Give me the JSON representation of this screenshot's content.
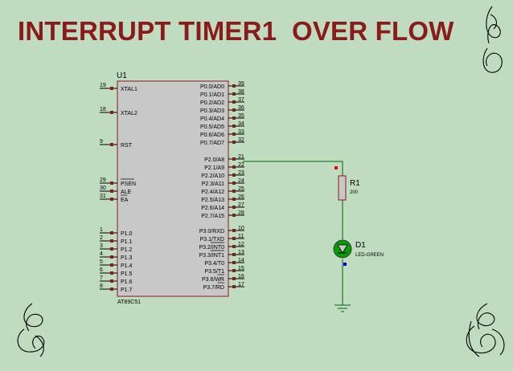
{
  "title": "INTERRUPT TIMER1  OVER FLOW",
  "mcu": {
    "ref": "U1",
    "part": "AT89C51",
    "left_pins": [
      {
        "num": "19",
        "name": "XTAL1",
        "bar": false
      },
      {
        "num": "18",
        "name": "XTAL2",
        "bar": false
      },
      {
        "num": "9",
        "name": "RST",
        "bar": false
      },
      {
        "num": "29",
        "name": "PSEN",
        "bar": true
      },
      {
        "num": "30",
        "name": "ALE",
        "bar": false
      },
      {
        "num": "31",
        "name": "EA",
        "bar": true
      },
      {
        "num": "1",
        "name": "P1.0",
        "bar": false
      },
      {
        "num": "2",
        "name": "P1.1",
        "bar": false
      },
      {
        "num": "3",
        "name": "P1.2",
        "bar": false
      },
      {
        "num": "4",
        "name": "P1.3",
        "bar": false
      },
      {
        "num": "5",
        "name": "P1.4",
        "bar": false
      },
      {
        "num": "6",
        "name": "P1.5",
        "bar": false
      },
      {
        "num": "7",
        "name": "P1.6",
        "bar": false
      },
      {
        "num": "8",
        "name": "P1.7",
        "bar": false
      }
    ],
    "right_pins": [
      {
        "num": "39",
        "name": "P0.0/AD0",
        "bar": false
      },
      {
        "num": "38",
        "name": "P0.1/AD1",
        "bar": false
      },
      {
        "num": "37",
        "name": "P0.2/AD2",
        "bar": false
      },
      {
        "num": "36",
        "name": "P0.3/AD3",
        "bar": false
      },
      {
        "num": "35",
        "name": "P0.4/AD4",
        "bar": false
      },
      {
        "num": "34",
        "name": "P0.5/AD5",
        "bar": false
      },
      {
        "num": "33",
        "name": "P0.6/AD6",
        "bar": false
      },
      {
        "num": "32",
        "name": "P0.7/AD7",
        "bar": false
      },
      {
        "num": "21",
        "name": "P2.0/A8",
        "bar": false
      },
      {
        "num": "22",
        "name": "P2.1/A9",
        "bar": false
      },
      {
        "num": "23",
        "name": "P2.2/A10",
        "bar": false
      },
      {
        "num": "24",
        "name": "P2.3/A11",
        "bar": false
      },
      {
        "num": "25",
        "name": "P2.4/A12",
        "bar": false
      },
      {
        "num": "26",
        "name": "P2.5/A13",
        "bar": false
      },
      {
        "num": "27",
        "name": "P2.6/A14",
        "bar": false
      },
      {
        "num": "28",
        "name": "P2.7/A15",
        "bar": false
      },
      {
        "num": "10",
        "name": "P3.0/RXD",
        "bar": false
      },
      {
        "num": "11",
        "name": "P3.1/TXD",
        "bar": false
      },
      {
        "num": "12",
        "name": "P3.2/INT0",
        "bar": true
      },
      {
        "num": "13",
        "name": "P3.3/INT1",
        "bar": true
      },
      {
        "num": "14",
        "name": "P3.4/T0",
        "bar": false
      },
      {
        "num": "15",
        "name": "P3.5/T1",
        "bar": false
      },
      {
        "num": "16",
        "name": "P3.6/WR",
        "bar": true
      },
      {
        "num": "17",
        "name": "P3.7/RD",
        "bar": true
      }
    ]
  },
  "resistor": {
    "ref": "R1",
    "value": "200"
  },
  "led": {
    "ref": "D1",
    "part": "LED-GREEN"
  },
  "colors": {
    "background": "#c0dcc0",
    "title": "#8b1a1a",
    "chip_fill": "#c8c8c8",
    "chip_border": "#8b1a1a",
    "wire": "#006400",
    "pin_marker": "#8b1a1a",
    "led_green": "#00a000",
    "logic_low": "#0000ff",
    "logic_high": "#ff0000"
  }
}
